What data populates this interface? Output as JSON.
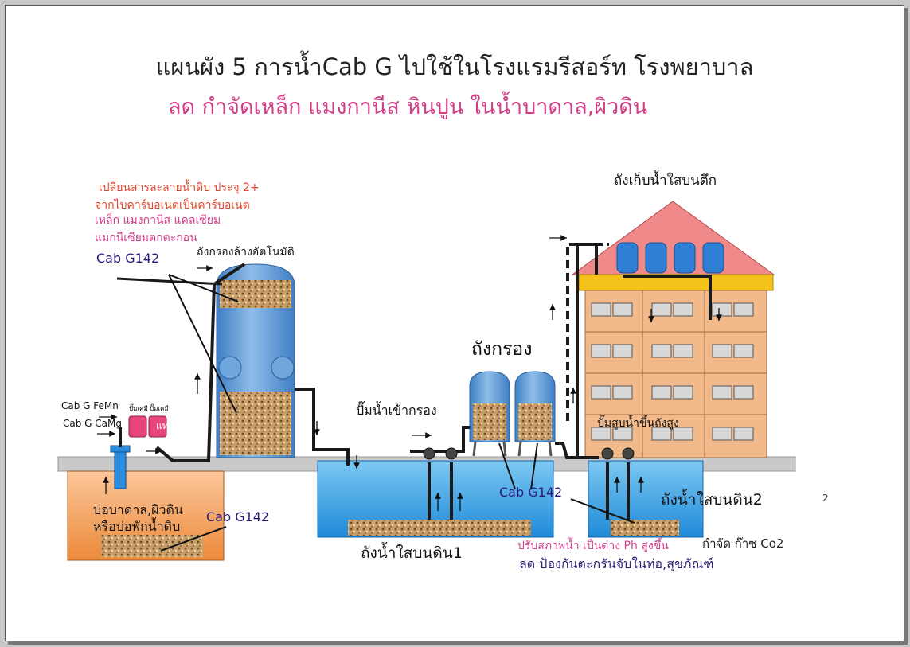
{
  "slide": {
    "title": "แผนผัง 5 การน้ำCab G ไปใช้ในโรงแรมรีสอร์ท โรงพยาบาล",
    "subtitle": "ลด กำจัดเหล็ก แมงกานีส หินปูน ในน้ำบาดาล,ผิวดิน",
    "page_number": "2"
  },
  "labels": {
    "ion_exchange_line1": "เปลี่ยนสารละลายน้ำดิบ ประจุ 2+",
    "ion_exchange_line2": "จากไบคาร์บอเนตเป็นคาร์บอเนต",
    "precipitate_line1": "เหล็ก แมงกานีส แคลเซียม",
    "precipitate_line2": "แมกนีเซียมตกตะกอน",
    "cab_g142_top": "Cab G142",
    "auto_backwash_tank": "ถังกรองล้างอัตโนมัติ",
    "cab_g_femn": "Cab G FeMn",
    "cab_g_camg": "Cab G CaMg",
    "chemical_pump_1": "ปั๊มเคมี",
    "chemical_pump_2": "ปั๊มเคมี",
    "tank_label": "แทค",
    "well_line1": "บ่อบาดาล,ผิวดิน",
    "well_line2": "หรือบ่อพักน้ำดิบ",
    "cab_g142_well": "Cab G142",
    "filter_tanks": "ถังกรอง",
    "filter_inlet_pump": "ปั๊มน้ำเข้ากรอง",
    "cab_g142_middle": "Cab G142",
    "ground_tank_1": "ถังน้ำใสบนดิน1",
    "ground_tank_2": "ถังน้ำใสบนดิน2",
    "booster_pump": "ปั๊มสูบน้ำขึ้นถังสูง",
    "rooftop_tank": "ถังเก็บน้ำใสบนตึก",
    "ph_adjust": "ปรับสภาพน้ำ เป็นด่าง Ph สูงขึ้น",
    "co2_removal": "กำจัด ก๊าซ Co2",
    "scale_prevention": "ลด ป้องกันตะกรันจับในท่อ,สุขภัณฑ์"
  },
  "colors": {
    "title": "#222222",
    "subtitle": "#d23f86",
    "water": "#3aa7e8",
    "vessel": "#5c9ad6",
    "building": "#f2b98a",
    "roof": "#f08a8a",
    "soil": "#f08a3c",
    "pipe": "#1a1a1a"
  }
}
